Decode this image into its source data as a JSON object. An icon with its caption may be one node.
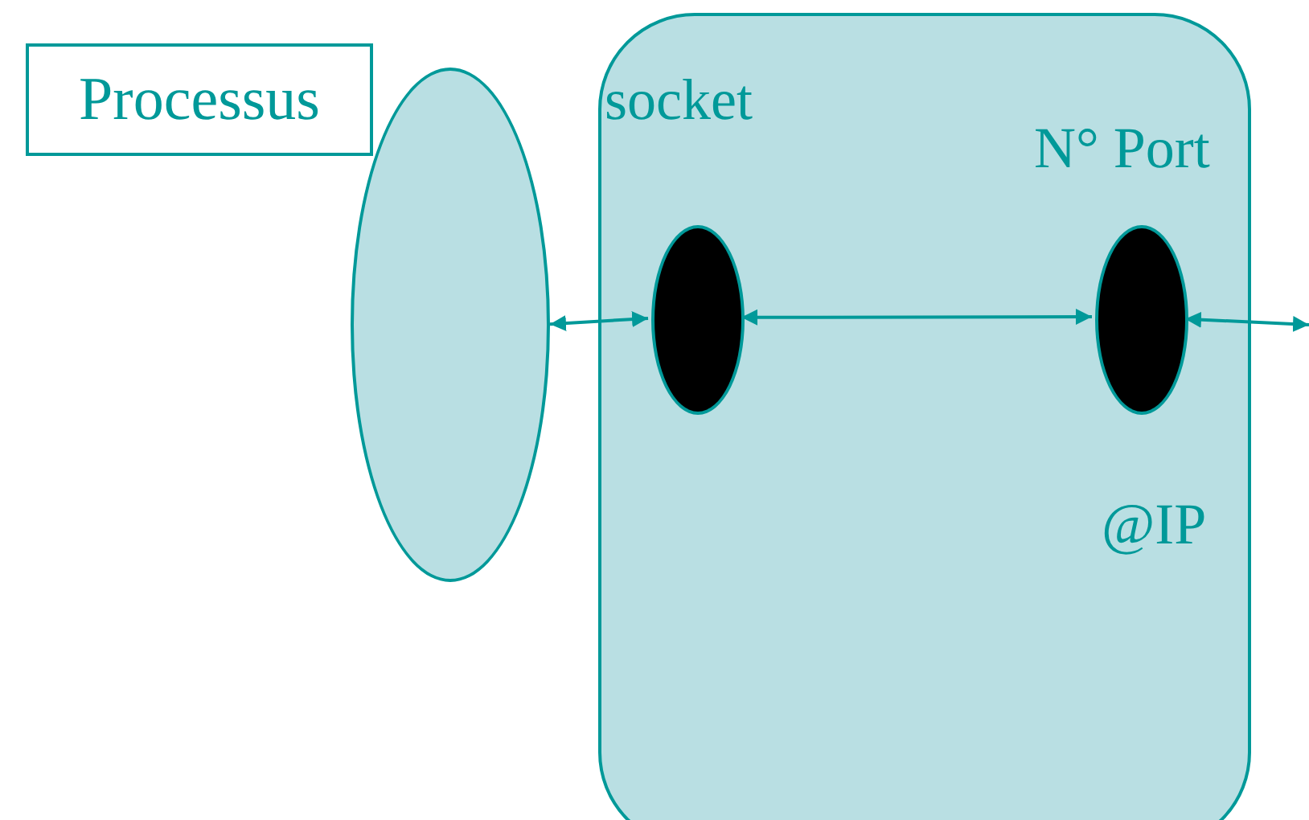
{
  "diagram": {
    "nodes": [
      {
        "text": [
          "Processus"
        ]
      },
      {
        "text": [],
        "shape": "ellipse"
      },
      {
        "text": [],
        "shape": "box"
      },
      {
        "text": [],
        "shape": "ellipse",
        "in": 2
      },
      {
        "text": [],
        "shape": "ellipse",
        "in": 2
      }
    ],
    "edges": [
      {
        "from": 1,
        "to": 3,
        "arrow": "both"
      },
      {
        "from": 3,
        "to": 4,
        "arrow": "both"
      },
      {
        "from": 4,
        "to": null,
        "arrow": "both"
      }
    ],
    "labels": [
      "socket",
      "N° Port",
      "@IP"
    ]
  }
}
